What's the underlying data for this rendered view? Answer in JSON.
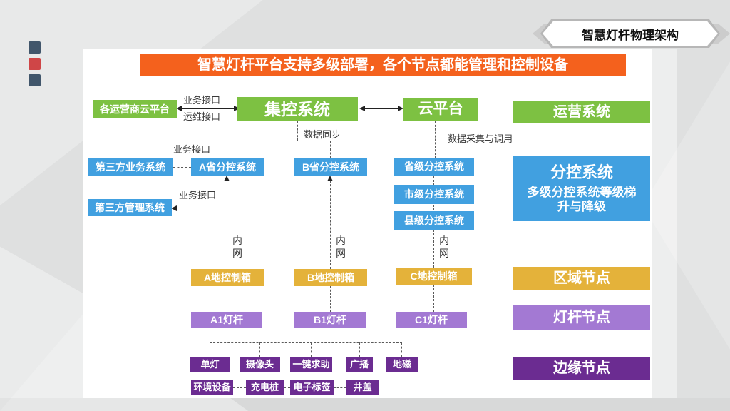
{
  "ribbon": {
    "title": "智慧灯杆物理架构"
  },
  "banner": {
    "title": "智慧灯杆平台支持多级部署，各个节点都能管理和控制设备"
  },
  "colors": {
    "green": "#7dc142",
    "blue": "#41a0e0",
    "yellow": "#e4b23a",
    "purple_light": "#a379d3",
    "purple_dark": "#6b2c91",
    "orange": "#f4611d",
    "slate_square": "#41566b",
    "red_square": "#cf4647"
  },
  "nodes": {
    "carrier_cloud": "各运营商云平台",
    "central_control": "集控系统",
    "cloud_platform": "云平台",
    "operation_system": "运营系统",
    "third_party_business": "第三方业务系统",
    "province_a": "A省分控系统",
    "province_b": "B省分控系统",
    "province_level": "省级分控系统",
    "city_level": "市级分控系统",
    "county_level": "县级分控系统",
    "third_party_mgmt": "第三方管理系统",
    "sub_control_title": "分控系统",
    "sub_control_note": "多级分控系统等级梯升与降级",
    "control_box_a": "A地控制箱",
    "control_box_b": "B地控制箱",
    "control_box_c": "C地控制箱",
    "region_node": "区域节点",
    "pole_a1": "A1灯杆",
    "pole_b1": "B1灯杆",
    "pole_c1": "C1灯杆",
    "pole_node": "灯杆节点",
    "edge_node": "边缘节点",
    "devices_row1": [
      "单灯",
      "摄像头",
      "一键求助",
      "广播",
      "地磁"
    ],
    "devices_row2": [
      "环境设备",
      "充电桩",
      "电子标签",
      "井盖"
    ]
  },
  "edges": {
    "business_interface_top": "业务接口",
    "ops_interface": "运维接口",
    "data_sync": "数据同步",
    "data_collection": "数据采集与调用",
    "business_interface_a": "业务接口",
    "business_interface_mgmt": "业务接口",
    "intranet_a": "内网",
    "intranet_b": "内网",
    "intranet_c": "内网"
  }
}
